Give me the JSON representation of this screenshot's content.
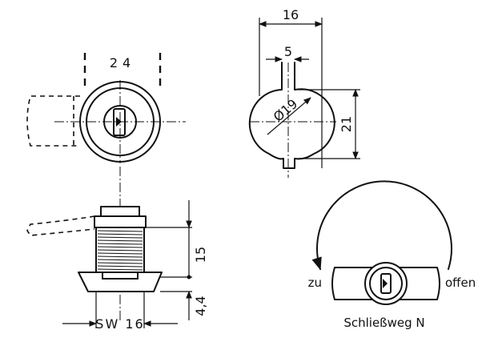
{
  "dimensions": {
    "top_width": "16",
    "slot_width": "5",
    "diameter": "Ø19",
    "height": "21",
    "spacing": "24",
    "length": "15",
    "flange": "4,4",
    "wrench": "SW 16"
  },
  "rotation": {
    "close_label": "zu",
    "open_label": "offen",
    "caption": "Schließweg N"
  }
}
